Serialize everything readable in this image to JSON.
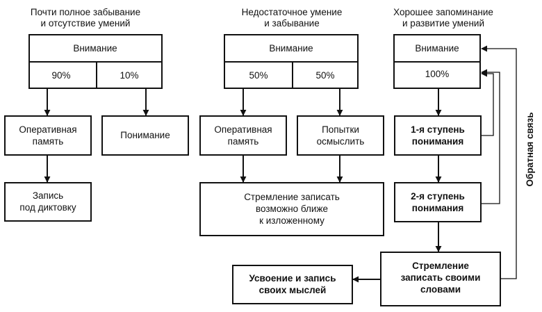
{
  "columns": [
    {
      "heading": [
        "Почти полное забывание",
        "и отсутствие умений"
      ],
      "attention": "Внимание",
      "split": [
        "90%",
        "10%"
      ],
      "boxes": {
        "left_1": [
          "Оперативная",
          "память"
        ],
        "right_1": [
          "Понимание"
        ],
        "left_2": [
          "Запись",
          "под диктовку"
        ]
      }
    },
    {
      "heading": [
        "Недостаточное умение",
        "и забывание"
      ],
      "attention": "Внимание",
      "split": [
        "50%",
        "50%"
      ],
      "boxes": {
        "left_1": [
          "Оперативная",
          "память"
        ],
        "right_1": [
          "Попытки",
          "осмыслить"
        ],
        "bottom": [
          "Стремление записать",
          "возможно ближе",
          "к изложенному"
        ]
      }
    },
    {
      "heading": [
        "Хорошее запоминание",
        "и развитие умений"
      ],
      "attention": "Внимание",
      "percent": "100%",
      "boxes": {
        "step1": [
          "1-я ступень",
          "понимания"
        ],
        "step2": [
          "2-я ступень",
          "понимания"
        ],
        "own_words": [
          "Стремление",
          "записать своими",
          "словами"
        ],
        "assimilation": [
          "Усвоение и запись",
          "своих мыслей"
        ]
      },
      "feedback_label": "Обратная связь"
    }
  ]
}
